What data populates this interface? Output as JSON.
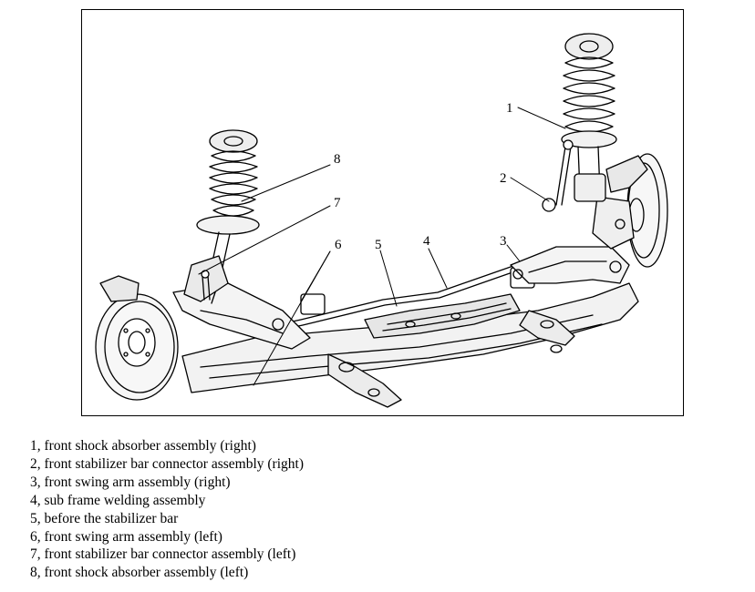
{
  "figure": {
    "callouts": [
      "1",
      "2",
      "3",
      "4",
      "5",
      "6",
      "7",
      "8"
    ]
  },
  "legend": [
    "1, front shock absorber assembly (right)",
    "2, front stabilizer bar connector assembly (right)",
    "3, front swing arm assembly (right)",
    "4, sub frame welding assembly",
    "5, before the stabilizer bar",
    "6, front swing arm assembly (left)",
    "7, front stabilizer bar connector assembly (left)",
    "8, front shock absorber assembly (left)"
  ]
}
